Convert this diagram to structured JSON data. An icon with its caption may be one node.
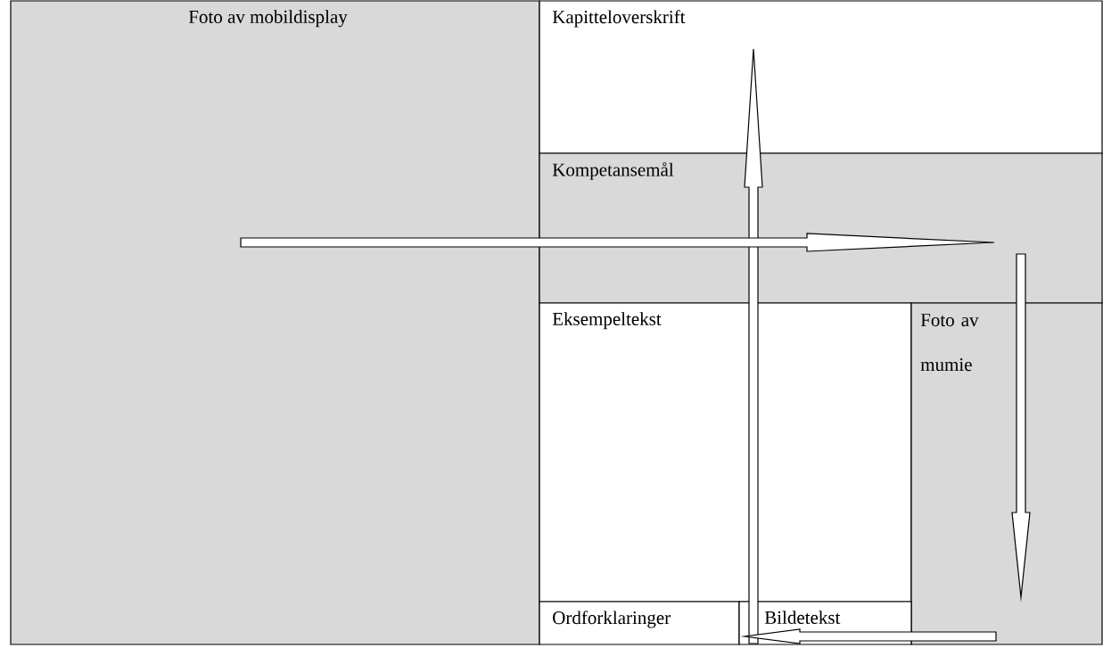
{
  "diagram": {
    "nodes": [
      {
        "text": [
          "Foto av mobildisplay"
        ]
      },
      {
        "text": [
          "Kapitteloverskrift"
        ]
      },
      {
        "text": [
          "Kompetansemål"
        ]
      },
      {
        "text": [
          "Eksempeltekst"
        ]
      },
      {
        "text": [
          "Foto av mumie"
        ]
      },
      {
        "text": [
          "Ordforklaringer"
        ]
      },
      {
        "text": [
          "Bildetekst"
        ]
      }
    ],
    "edges": [
      {
        "from": 0,
        "to": 2,
        "arrow": "to"
      },
      {
        "from": 2,
        "to": 4,
        "arrow": "to"
      },
      {
        "from": 4,
        "to": 6,
        "arrow": "to"
      },
      {
        "from": 6,
        "to": 1,
        "arrow": "to"
      }
    ]
  }
}
